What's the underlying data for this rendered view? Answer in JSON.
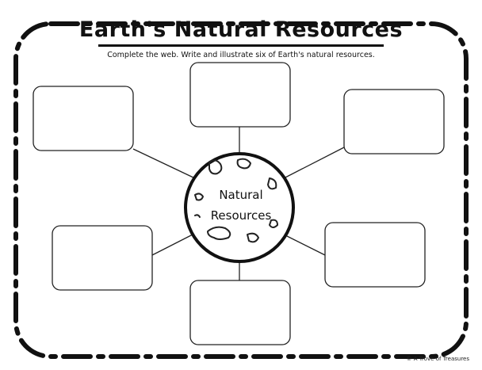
{
  "worksheet": {
    "title": "Earth's Natural Resources",
    "instructions": "Complete the web.  Write and illustrate six of Earth's natural resources.",
    "center_line1": "Natural",
    "center_line2": "Resources",
    "copyright": "© A Trove of Treasures"
  },
  "icons": {
    "center": "globe-icon"
  },
  "colors": {
    "ink": "#111111",
    "paper": "#ffffff"
  }
}
